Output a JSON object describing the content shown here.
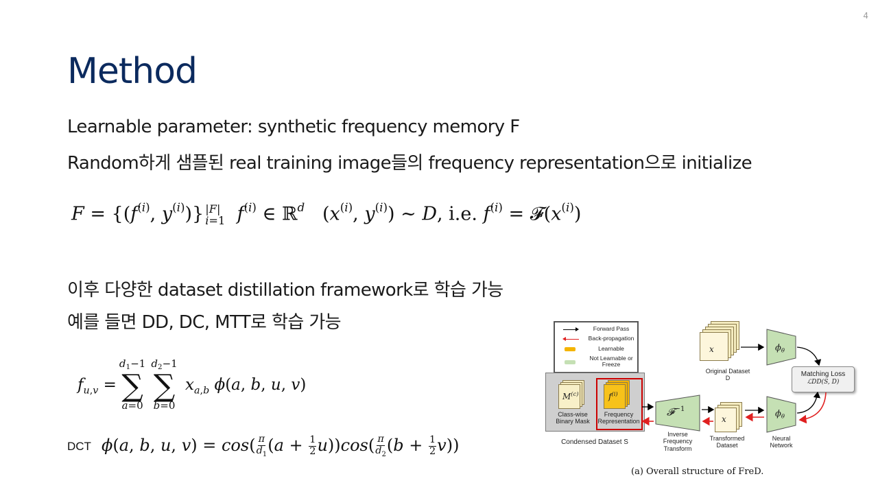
{
  "slide": {
    "number": "4",
    "title": "Method",
    "lines": [
      "Learnable parameter: synthetic frequency memory F",
      "Random하게 샘플된 real training image들의 frequency representation으로 initialize",
      "이후 다양한 dataset distillation framework로 학습 가능",
      "예를 들면 DD, DC, MTT로 학습 가능"
    ],
    "dct_label": "DCT"
  },
  "figure": {
    "legend": {
      "forward": "Forward Pass",
      "backprop": "Back-propagation",
      "learnable": "Learnable",
      "not_learnable": "Not Learnable or Freeze"
    },
    "mask_label": "Class-wise Binary Mask",
    "freq_label": "Frequency Representation",
    "condensed_label": "Condensed Dataset S",
    "inverse_label": "Inverse Frequency Transform",
    "transformed_label": "Transformed Dataset",
    "neural_label": "Neural Network",
    "original_label": "Original Dataset D",
    "matching_label": "Matching Loss",
    "matching_formula": "ℒDD(S, D)",
    "caption": "(a) Overall structure of FreD."
  },
  "colors": {
    "title": "#0b2a5e",
    "learnable": "#f4b400",
    "not_learnable": "#c5e0b4",
    "forward": "#000000",
    "backprop": "#e02020",
    "highlight": "#cc0000"
  }
}
